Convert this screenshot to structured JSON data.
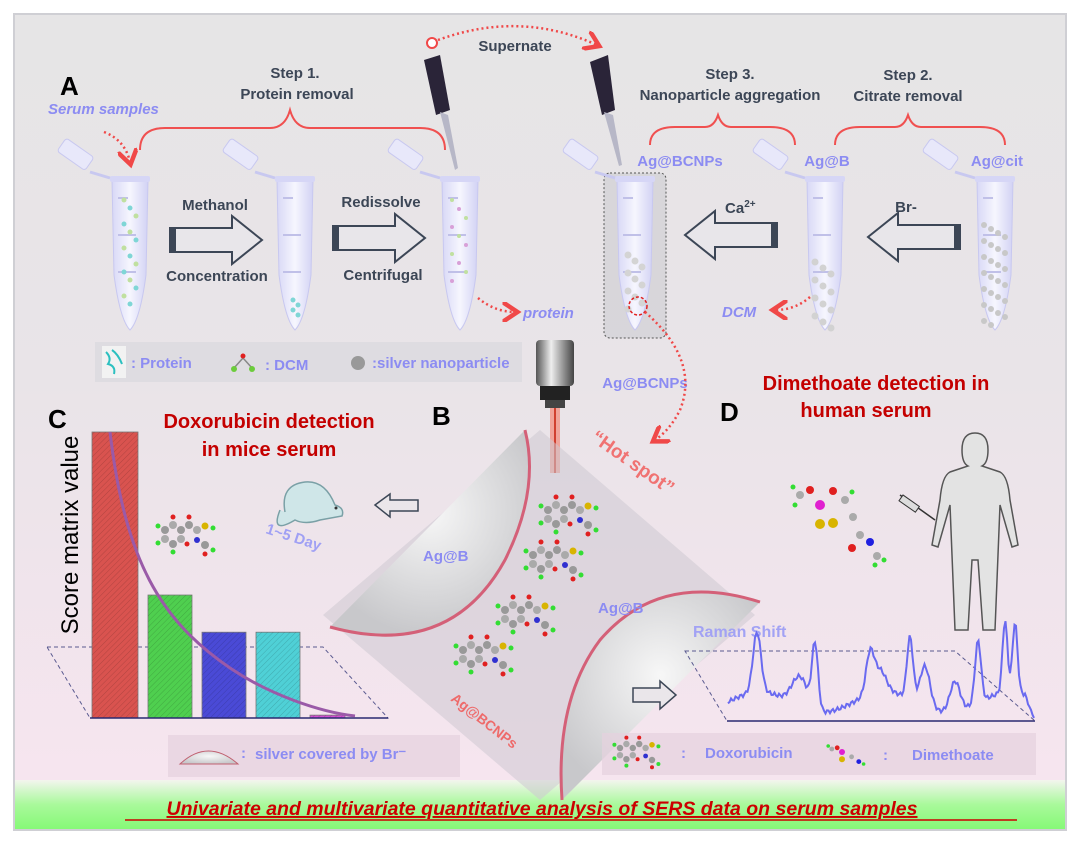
{
  "panel_labels": {
    "a": "A",
    "b": "B",
    "c": "C",
    "d": "D"
  },
  "section_a": {
    "serum_samples": "Serum samples",
    "step1_title": "Step 1.",
    "step1_subtitle": "Protein removal",
    "supernate": "Supernate",
    "step3_title": "Step 3.",
    "step3_subtitle": "Nanoparticle aggregation",
    "step2_title": "Step 2.",
    "step2_subtitle": "Citrate removal",
    "tube_labels": [
      "Ag@BCNPs",
      "Ag@B",
      "Ag@cit"
    ],
    "methanol": "Methanol",
    "concentration": "Concentration",
    "redissolve": "Redissolve",
    "centrifugal": "Centrifugal",
    "ca": "Ca",
    "ca_sup": "2+",
    "br": "Br-",
    "protein": "protein",
    "dcm": "DCM",
    "legend": [
      ": Protein",
      ": DCM",
      ":silver nanoparticle"
    ]
  },
  "section_b": {
    "ag_bcnps_top": "Ag@BCNPs",
    "hot_spot": "“Hot spot”",
    "ag_b_left": "Ag@B",
    "ag_b_right": "Ag@B",
    "ag_bcnps_bottom": "Ag@BCNPs",
    "legend_text": "silver  covered by Br⁻",
    "legend_colon": ":"
  },
  "section_c": {
    "title_line1": "Doxorubicin detection",
    "title_line2": "in mice serum",
    "days": "1~5 Day",
    "chart": {
      "type": "bar",
      "ylabel": "Score matrix value",
      "relative_heights": [
        100,
        43,
        30,
        30,
        1
      ],
      "colors": [
        "#d9534f",
        "#4fcf4f",
        "#4a4ad6",
        "#4fd0d6",
        "#d24fd2"
      ],
      "trend_color": "#9a5aa8"
    }
  },
  "section_d": {
    "title_line1": "Dimethoate detection in",
    "title_line2": "human serum",
    "raman_label": "Raman Shift",
    "legend_colon": ":",
    "legend": [
      "Doxorubicin",
      "Dimethoate"
    ]
  },
  "footer": "Univariate and multivariate quantitative analysis of SERS data on serum samples",
  "colors": {
    "accent_red": "#c40000",
    "label_blue": "#8c8cf2",
    "bracket": "#f05050",
    "footer_green": "#8dfb7c",
    "spectrum": "#6a6af0"
  }
}
